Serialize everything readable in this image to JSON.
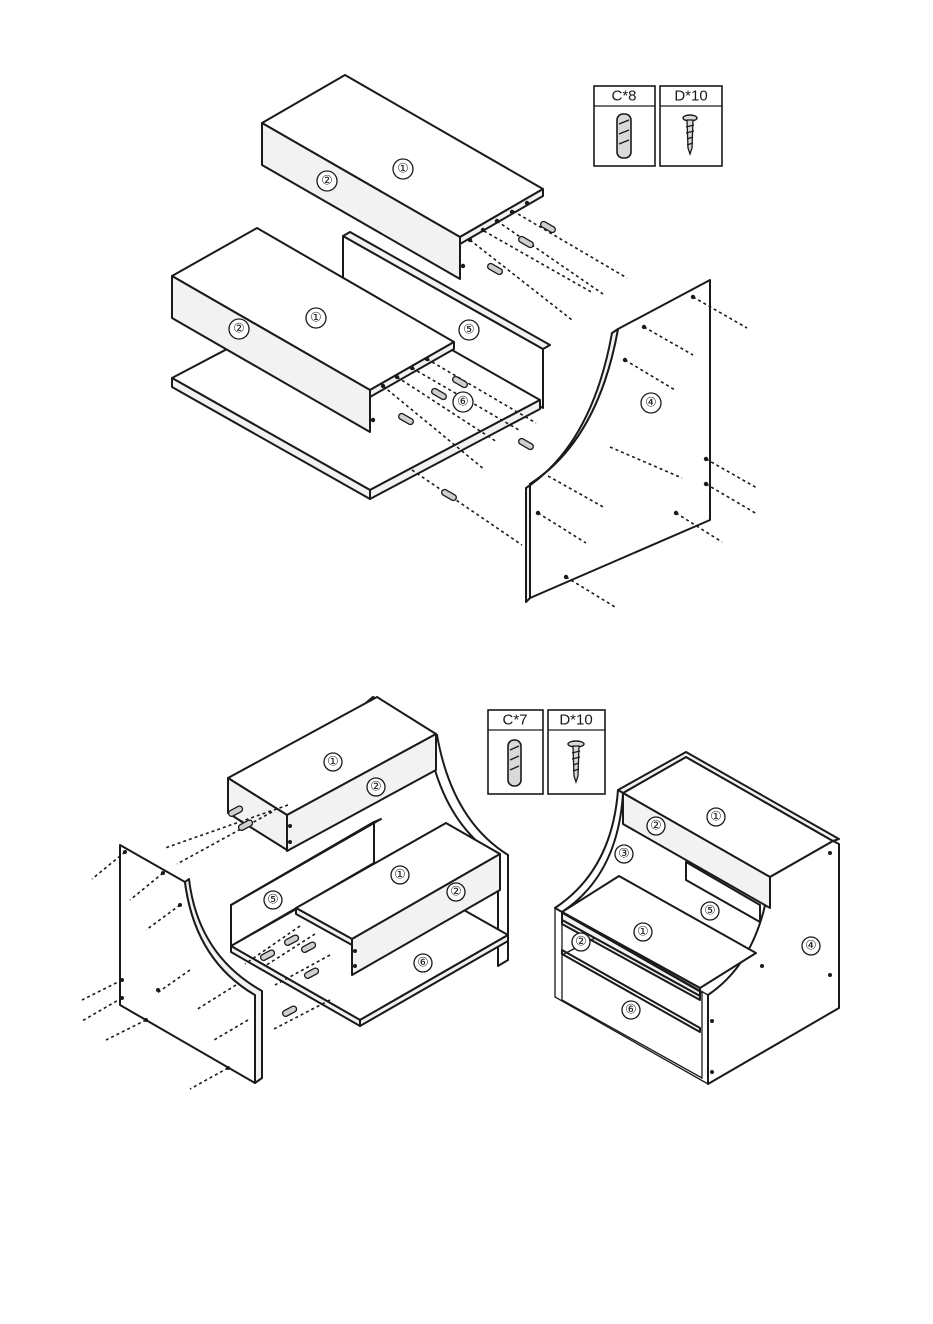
{
  "parts": {
    "p1": "①",
    "p2": "②",
    "p3": "③",
    "p4": "④",
    "p5": "⑤",
    "p6": "⑥"
  },
  "step1": {
    "hardware": [
      {
        "label": "C*8",
        "icon": "dowel-icon"
      },
      {
        "label": "D*10",
        "icon": "screw-icon"
      }
    ]
  },
  "step2": {
    "hardware": [
      {
        "label": "C*7",
        "icon": "dowel-icon"
      },
      {
        "label": "D*10",
        "icon": "screw-icon"
      }
    ]
  }
}
